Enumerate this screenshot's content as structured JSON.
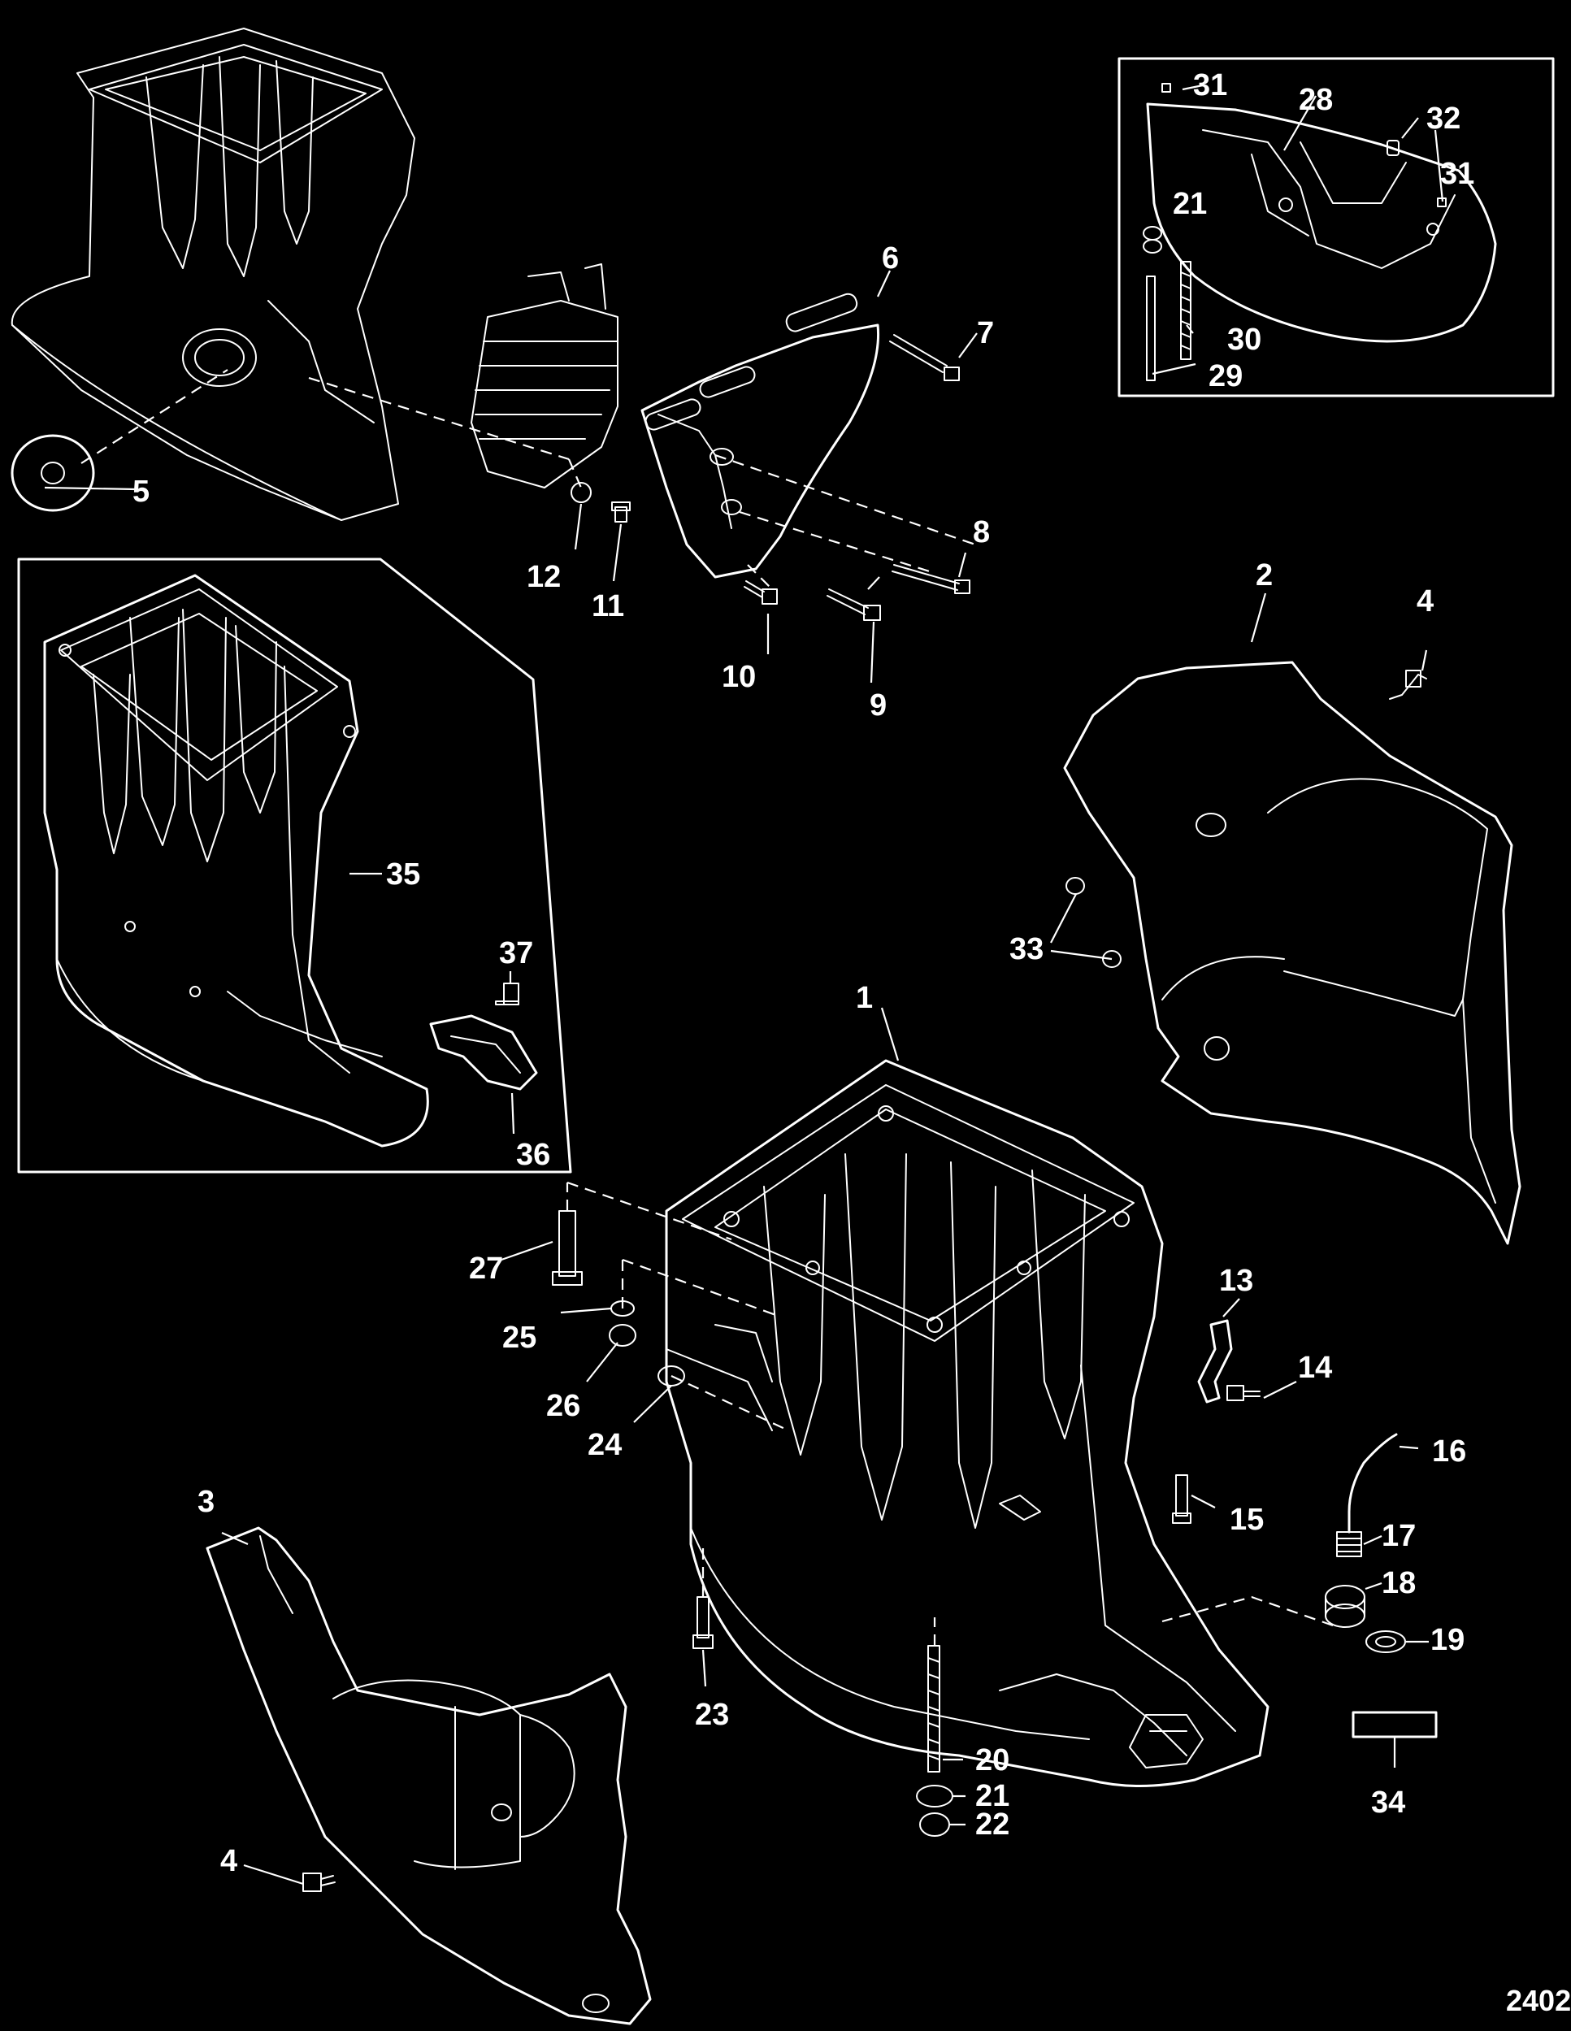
{
  "figure_code": "2402",
  "callouts": [
    "1",
    "2",
    "3",
    "4",
    "4",
    "5",
    "6",
    "7",
    "8",
    "9",
    "10",
    "11",
    "12",
    "13",
    "14",
    "15",
    "16",
    "17",
    "18",
    "19",
    "20",
    "21",
    "21",
    "22",
    "23",
    "24",
    "25",
    "26",
    "27",
    "28",
    "29",
    "30",
    "31",
    "31",
    "32",
    "33",
    "34",
    "35",
    "36",
    "37"
  ]
}
